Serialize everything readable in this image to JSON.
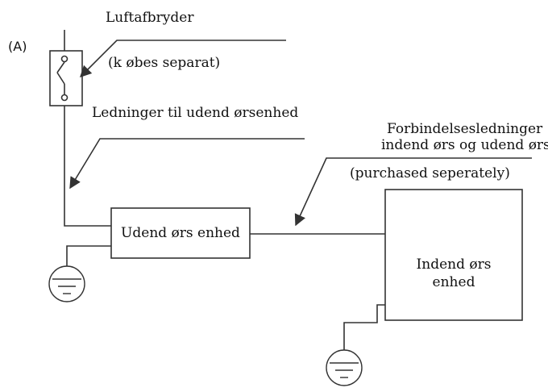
{
  "labels": {
    "panel_marker": "(A)",
    "breaker": "Luftafbryder",
    "breaker_note": "(k øbes separat)",
    "outdoor_wires": "Ledninger til udend ørsenhed",
    "connection_line1": "Forbindelsesledninger",
    "connection_line2": "indend ørs og udend ørs",
    "connection_note": "(purchased seperately)",
    "outdoor_unit": "Udend ørs enhed",
    "indoor_line1": "Indend ørs",
    "indoor_line2": "enhed"
  },
  "colors": {
    "line": "#333333",
    "text": "#111111"
  }
}
